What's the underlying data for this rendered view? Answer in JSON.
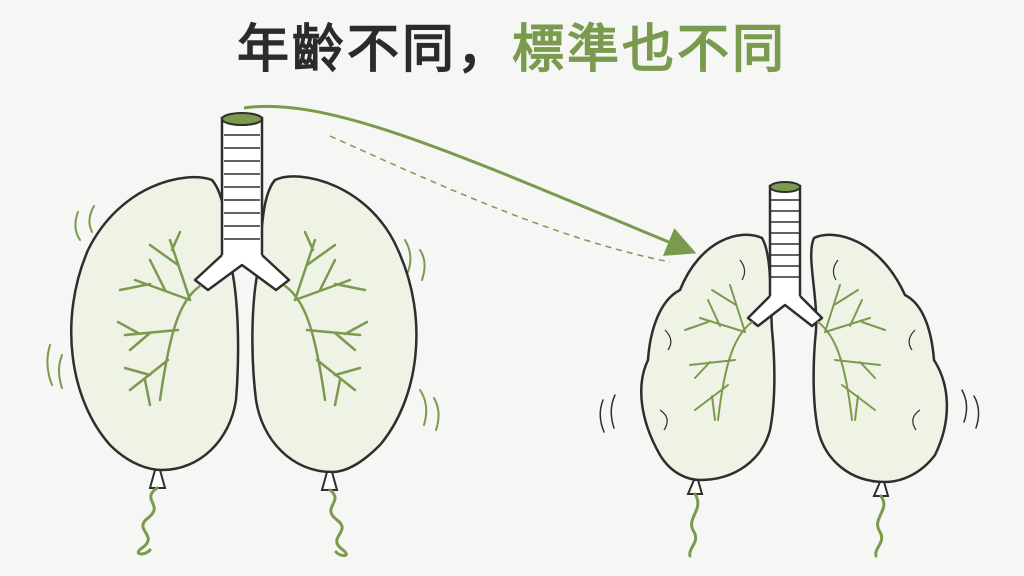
{
  "title": {
    "part1": "年齡不同，",
    "part2": "標準也不同"
  },
  "colors": {
    "text_dark": "#2b2b2b",
    "accent_green": "#7a9a4e",
    "outline": "#2e2e2e",
    "lung_fill": "#eef3e6",
    "background": "#f6f6f4"
  },
  "illustration": {
    "left": "large-inflated-lungs",
    "right": "smaller-wrinkled-lungs",
    "connector": "curved-arrow-left-to-right"
  }
}
